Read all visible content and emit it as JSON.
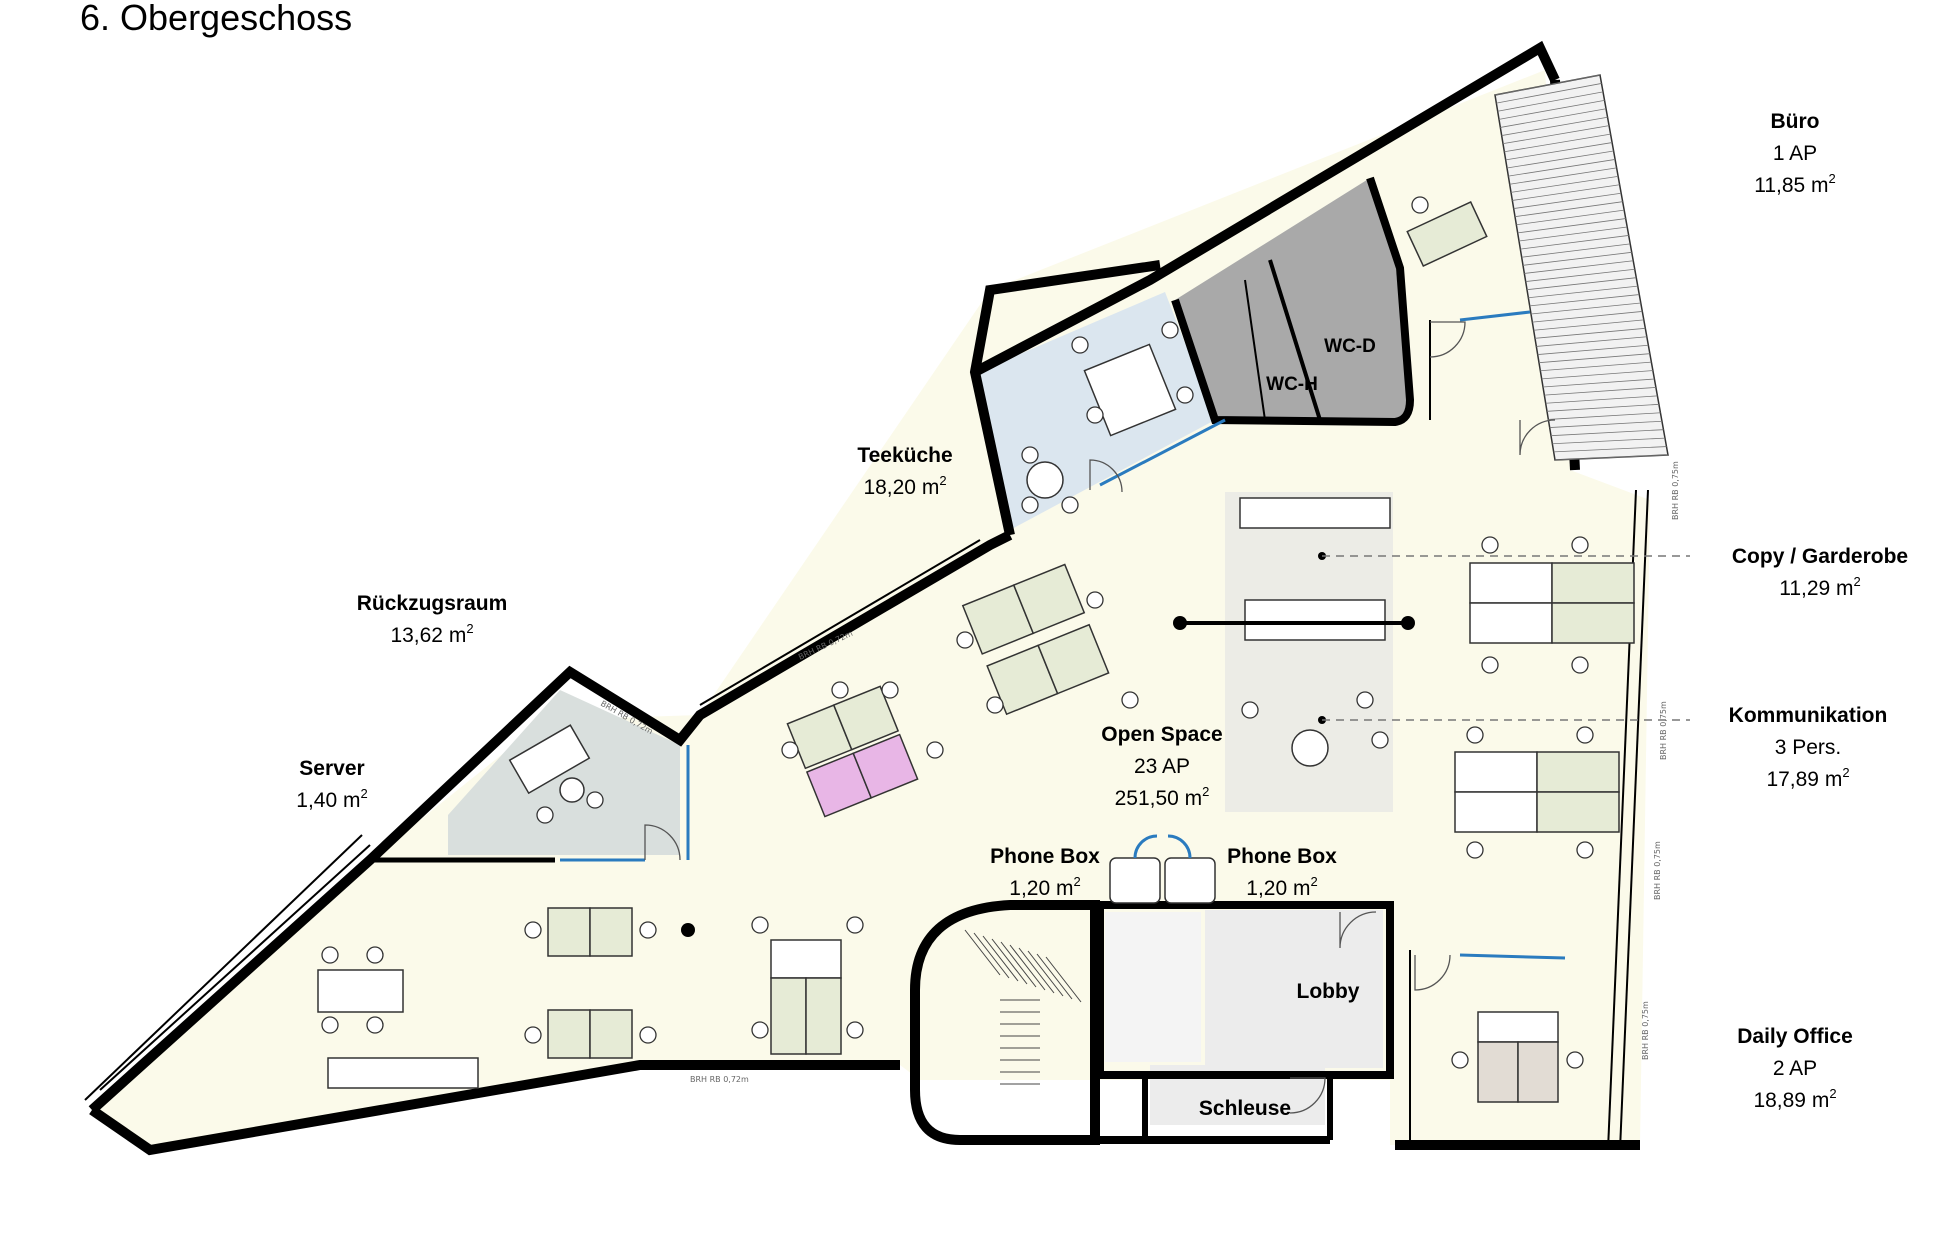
{
  "title": "6. Obergeschoss",
  "colors": {
    "floor": "#fbfaea",
    "kitchen": "#dbe6ef",
    "wc": "#a9a9a9",
    "server_room": "#d9dfdd",
    "central_core": "#ecece6",
    "lobby": "#ececec",
    "desk": "#e6ebd6",
    "desk_highlight": "#e8b6e6",
    "glass_partition": "#2a7bbf"
  },
  "rooms": {
    "buero": {
      "name": "Büro",
      "info1": "1 AP",
      "area": "11,85 m"
    },
    "copy": {
      "name": "Copy / Garderobe",
      "area": "11,29 m"
    },
    "kommunikation": {
      "name": "Kommunikation",
      "info1": "3 Pers.",
      "area": "17,89 m"
    },
    "daily_office": {
      "name": "Daily Office",
      "info1": "2 AP",
      "area": "18,89 m"
    },
    "teekueche": {
      "name": "Teeküche",
      "area": "18,20 m"
    },
    "rueckzugsraum": {
      "name": "Rückzugsraum",
      "area": "13,62 m"
    },
    "server": {
      "name": "Server",
      "area": "1,40 m"
    },
    "open_space": {
      "name": "Open Space",
      "info1": "23 AP",
      "area": "251,50 m"
    },
    "phone_box_left": {
      "name": "Phone Box",
      "area": "1,20 m"
    },
    "phone_box_right": {
      "name": "Phone Box",
      "area": "1,20 m"
    },
    "lobby": {
      "name": "Lobby"
    },
    "schleuse": {
      "name": "Schleuse"
    },
    "wc_h": {
      "name": "WC-H"
    },
    "wc_d": {
      "name": "WC-D"
    }
  },
  "area_unit_superscript": "2",
  "window_labels": [
    "BRH RB 0,75m",
    "BRH RB 0,75m",
    "BRH RB 0,75m",
    "BRH RB 0,75m",
    "BRH RB 0,72m",
    "BRH RB 0,72m",
    "BRH RB 0,72m"
  ]
}
